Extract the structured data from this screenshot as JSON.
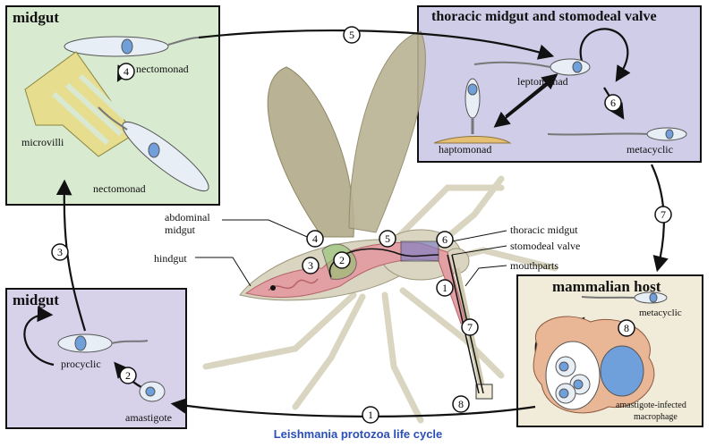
{
  "caption": "Leishmania protozoa life cycle",
  "colors": {
    "midgut_box": "#d8ead0",
    "thoracic_box": "#cfcde8",
    "procyclic_box": "#d7d1ea",
    "mammal_box": "#f1ecd9",
    "gut": "#e3a0a4",
    "cell_blue": "#6fa0dc",
    "insect": "#d9d5c0",
    "wing": "#b9b294"
  },
  "boxes": {
    "midgut_top": {
      "title": "midgut",
      "nectomonad_top": "nectomonad",
      "microvilli": "microvilli",
      "nectomonad_bottom": "nectomonad"
    },
    "thoracic": {
      "title": "thoracic midgut and stomodeal valve",
      "leptomonad": "leptomonad",
      "haptomonad": "haptomonad",
      "metacyclic": "metacyclic"
    },
    "midgut_bottom": {
      "title": "midgut",
      "procyclic": "procyclic",
      "amastigote": "amastigote"
    },
    "mammal": {
      "title": "mammalian host",
      "metacyclic": "metacyclic",
      "macrophage_line1": "amastigote-infected",
      "macrophage_line2": "macrophage"
    }
  },
  "fly_labels": {
    "abdominal_midgut_1": "abdominal",
    "abdominal_midgut_2": "midgut",
    "hindgut": "hindgut",
    "thoracic_midgut": "thoracic midgut",
    "stomodeal_valve": "stomodeal valve",
    "mouthparts": "mouthparts"
  },
  "step_numbers": [
    "1",
    "2",
    "3",
    "4",
    "5",
    "6",
    "7",
    "8"
  ]
}
